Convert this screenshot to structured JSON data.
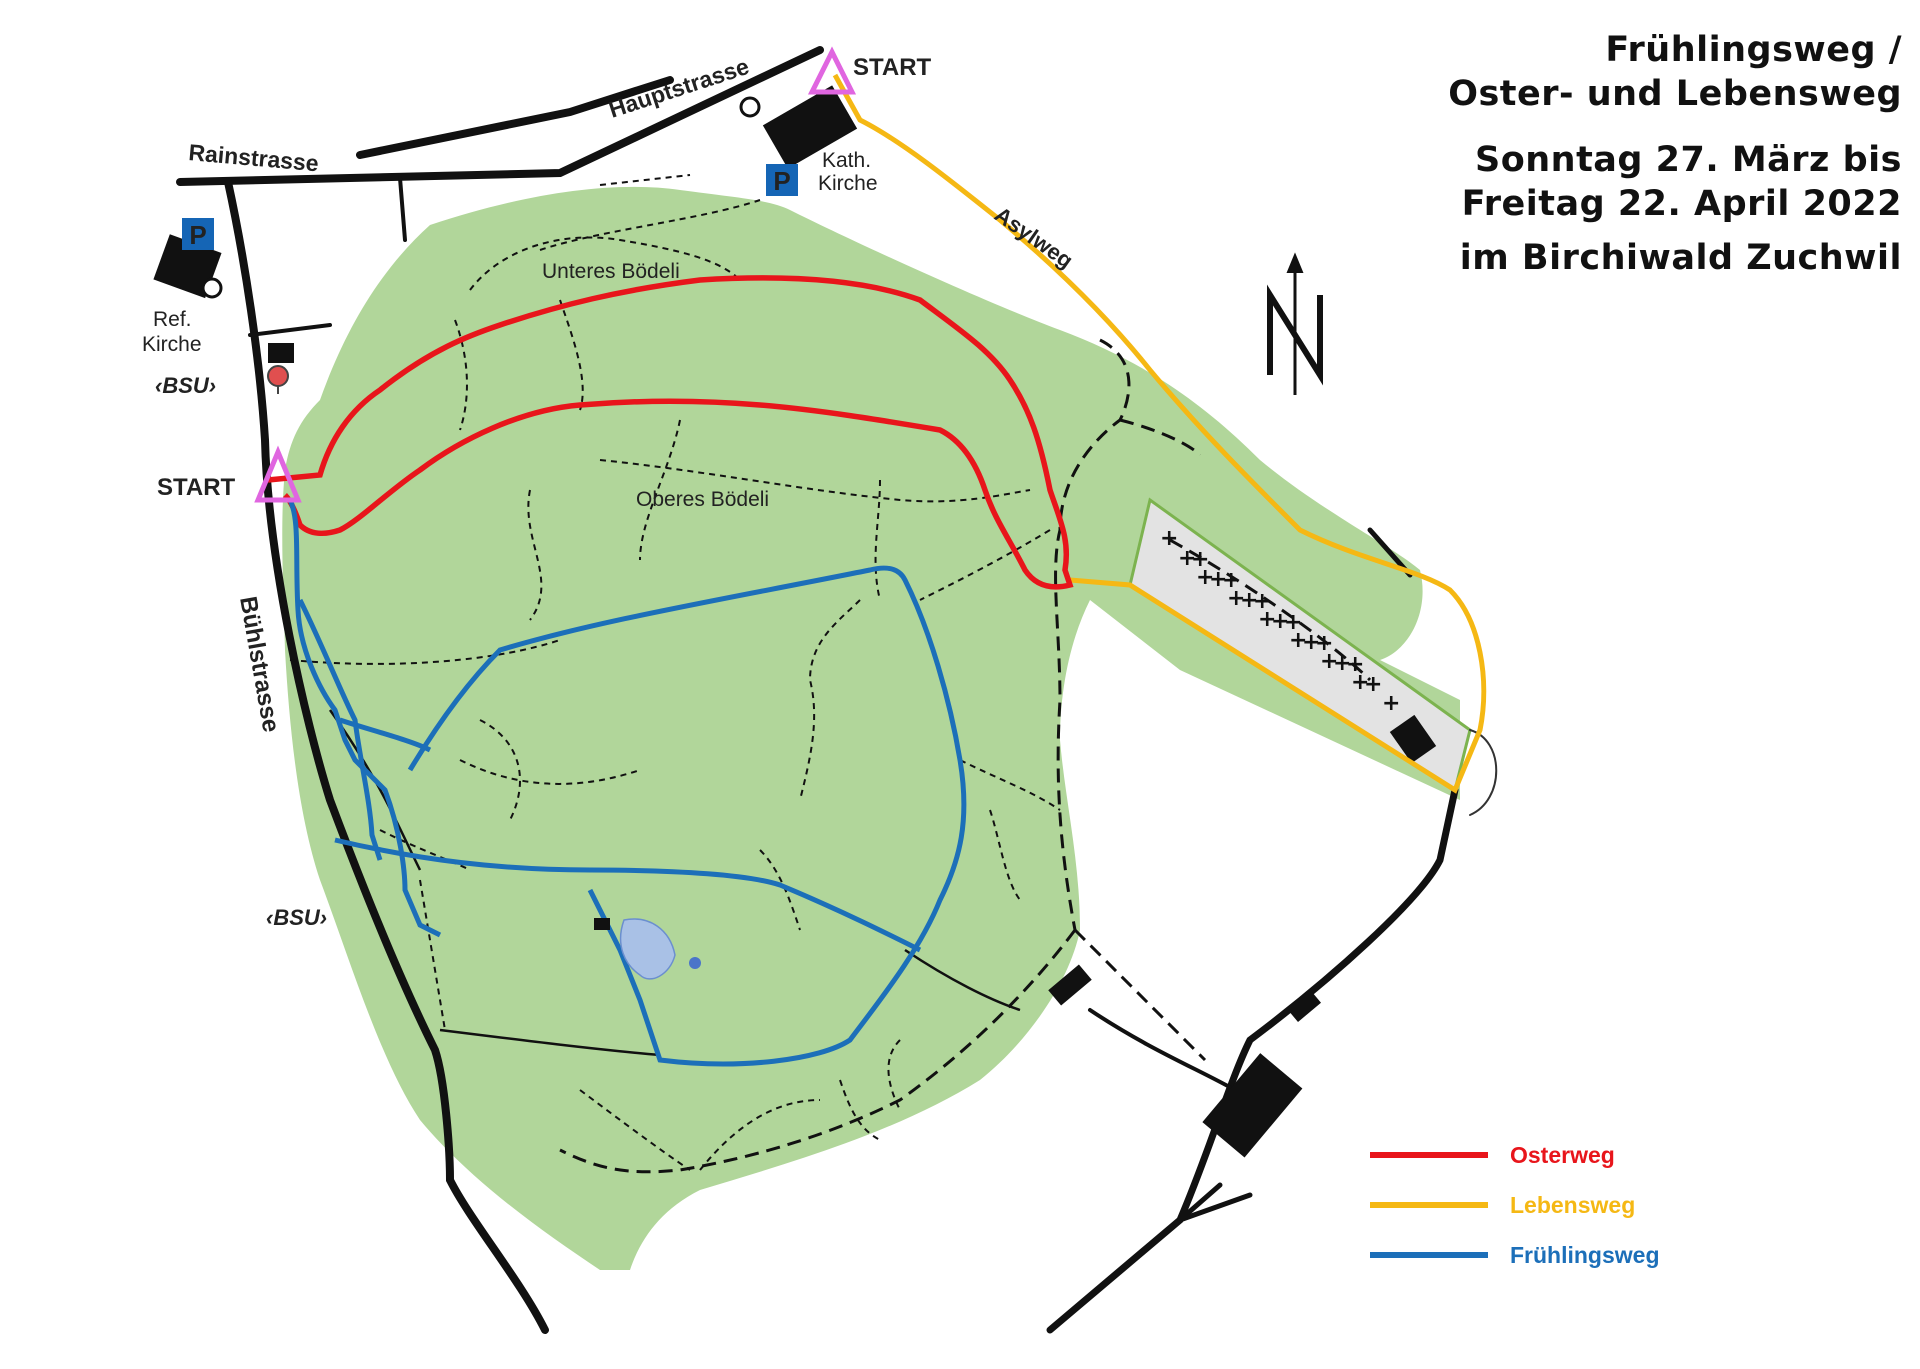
{
  "title": {
    "line1": "Frühlingsweg /",
    "line2": "Oster- und Lebensweg",
    "line3": "Sonntag 27. März bis",
    "line4": "Freitag 22. April 2022",
    "line5": "im Birchiwald Zuchwil"
  },
  "streets": {
    "hauptstrasse": "Hauptstrasse",
    "rainstrasse": "Rainstrasse",
    "asylweg": "Asylweg",
    "buehlstrasse": "Bühlstrasse"
  },
  "places": {
    "unteres_boedeli": "Unteres Bödeli",
    "oberes_boedeli": "Oberes Bödeli",
    "kath_kirche_1": "Kath.",
    "kath_kirche_2": "Kirche",
    "ref_kirche_1": "Ref.",
    "ref_kirche_2": "Kirche"
  },
  "markers": {
    "start_top": "START",
    "start_left": "START",
    "parking": "P",
    "bsu_top": "‹BSU›",
    "bsu_bottom": "‹BSU›"
  },
  "legend": [
    {
      "label": "Osterweg",
      "color": "#e8151b"
    },
    {
      "label": "Lebensweg",
      "color": "#f5b814"
    },
    {
      "label": "Frühlingsweg",
      "color": "#1c6fb9"
    }
  ],
  "colors": {
    "forest": "#b1d69a",
    "osterweg": "#e8151b",
    "lebensweg": "#f5b814",
    "fruehlingsweg": "#1c6fb9",
    "start": "#e066e0",
    "parking": "#1565b5",
    "bsu": "#f07d22",
    "pond": "#a9c1e6"
  },
  "icons": {
    "north_arrow": "north-arrow-icon",
    "start": "start-triangle-icon",
    "parking": "parking-icon",
    "bus": "bus-stop-icon",
    "church": "church-icon",
    "cemetery_cross": "cross-icon"
  }
}
